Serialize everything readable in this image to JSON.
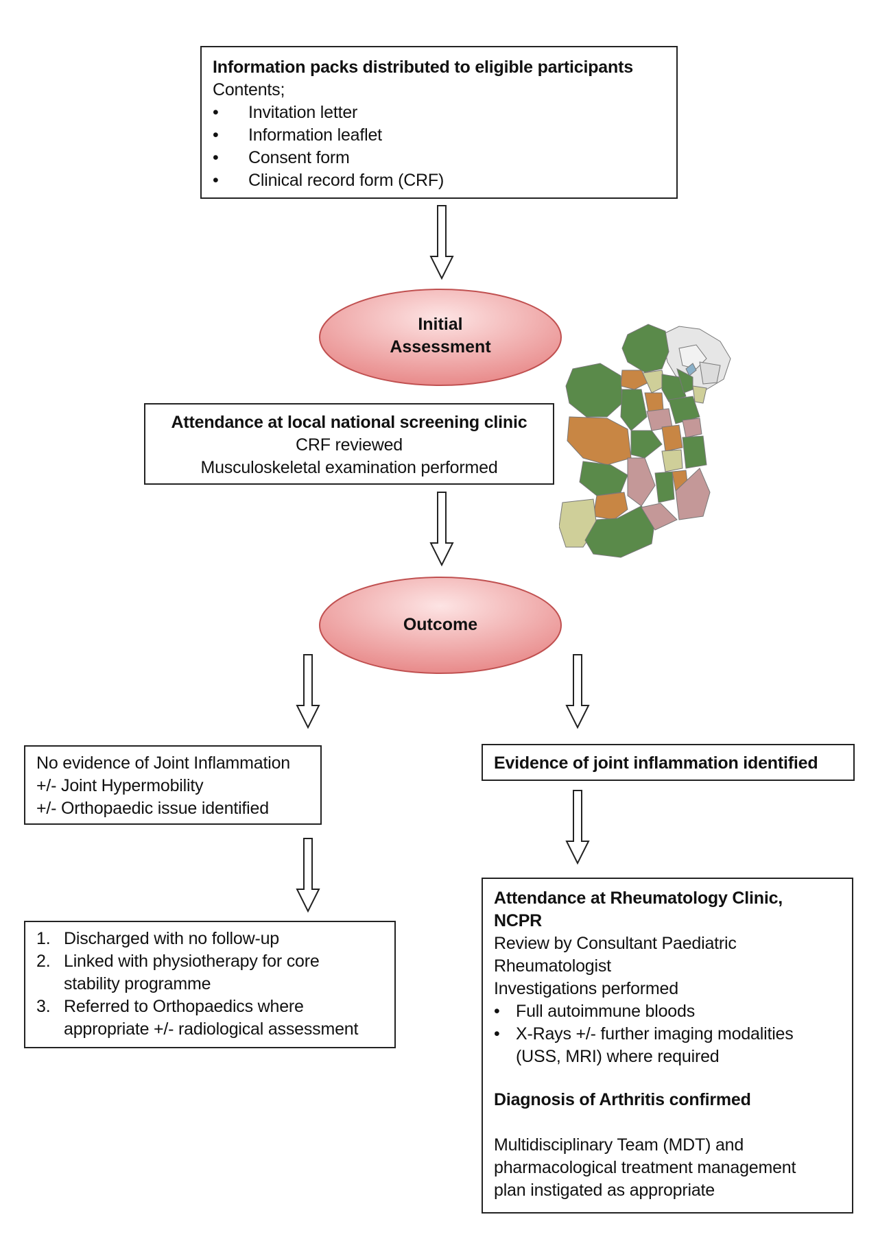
{
  "box1": {
    "title": "Information packs distributed to eligible participants",
    "subtitle": "Contents;",
    "items": [
      "Invitation letter",
      "Information leaflet",
      "Consent form",
      "Clinical record form (CRF)"
    ]
  },
  "ellipse1": {
    "line1": "Initial",
    "line2": "Assessment"
  },
  "box2": {
    "title": "Attendance at local national screening clinic",
    "line1": "CRF reviewed",
    "line2": "Musculoskeletal examination performed"
  },
  "ellipse2": {
    "label": "Outcome"
  },
  "left_box": {
    "line1": "No evidence of Joint Inflammation",
    "line2": "+/- Joint Hypermobility",
    "line3": "+/- Orthopaedic issue identified"
  },
  "right_box": {
    "title": "Evidence of joint inflammation identified"
  },
  "left_outcomes": {
    "items": [
      {
        "num": "1.",
        "lines": [
          "Discharged with no follow-up"
        ]
      },
      {
        "num": "2.",
        "lines": [
          "Linked with physiotherapy for core",
          "stability programme"
        ]
      },
      {
        "num": "3.",
        "lines": [
          "Referred to Orthopaedics where",
          "appropriate +/- radiological assessment"
        ]
      }
    ]
  },
  "right_outcomes": {
    "title_line1": "Attendance at Rheumatology Clinic,",
    "title_line2": "NCPR",
    "review_line1": "Review by Consultant Paediatric",
    "review_line2": "Rheumatologist",
    "investigations": "Investigations performed",
    "bullets": [
      [
        "Full autoimmune bloods"
      ],
      [
        "X-Rays +/- further imaging modalities",
        "(USS, MRI) where required"
      ]
    ],
    "diagnosis": "Diagnosis of Arthritis confirmed",
    "mdt_line1": "Multidisciplinary Team (MDT) and",
    "mdt_line2": "pharmacological treatment management",
    "mdt_line3": "plan instigated as appropriate"
  },
  "colors": {
    "ellipse_fill_center": "#fde4e4",
    "ellipse_fill_edge": "#e88a8a",
    "ellipse_stroke": "#c05050",
    "county_green": "#5a8a4a",
    "county_orange": "#c88644",
    "county_pink": "#c49898",
    "county_khaki": "#cfcf99",
    "county_light": "#e6e6e6"
  }
}
